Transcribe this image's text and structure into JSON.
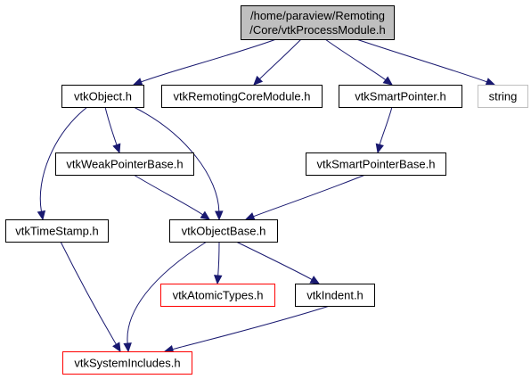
{
  "colors": {
    "root_fill": "#bfbfbf",
    "node_fill": "#ffffff",
    "node_border": "#000000",
    "truncated_border": "#ff0000",
    "external_border": "#bfbfbf",
    "external_text": "#000000",
    "edge": "#191970"
  },
  "nodes": [
    {
      "id": "root",
      "lines": [
        "/home/paraview/Remoting",
        "/Core/vtkProcessModule.h"
      ],
      "style": "root"
    },
    {
      "id": "vtkObject",
      "lines": [
        "vtkObject.h"
      ],
      "style": "normal"
    },
    {
      "id": "vtkRemotingCoreModule",
      "lines": [
        "vtkRemotingCoreModule.h"
      ],
      "style": "normal"
    },
    {
      "id": "vtkSmartPointer",
      "lines": [
        "vtkSmartPointer.h"
      ],
      "style": "normal"
    },
    {
      "id": "string",
      "lines": [
        "string"
      ],
      "style": "external"
    },
    {
      "id": "vtkWeakPointerBase",
      "lines": [
        "vtkWeakPointerBase.h"
      ],
      "style": "normal"
    },
    {
      "id": "vtkSmartPointerBase",
      "lines": [
        "vtkSmartPointerBase.h"
      ],
      "style": "normal"
    },
    {
      "id": "vtkTimeStamp",
      "lines": [
        "vtkTimeStamp.h"
      ],
      "style": "normal"
    },
    {
      "id": "vtkObjectBase",
      "lines": [
        "vtkObjectBase.h"
      ],
      "style": "normal"
    },
    {
      "id": "vtkAtomicTypes",
      "lines": [
        "vtkAtomicTypes.h"
      ],
      "style": "truncated"
    },
    {
      "id": "vtkIndent",
      "lines": [
        "vtkIndent.h"
      ],
      "style": "normal"
    },
    {
      "id": "vtkSystemIncludes",
      "lines": [
        "vtkSystemIncludes.h"
      ],
      "style": "truncated"
    }
  ],
  "edges": [
    {
      "from": "root",
      "to": "vtkObject"
    },
    {
      "from": "root",
      "to": "vtkRemotingCoreModule"
    },
    {
      "from": "root",
      "to": "vtkSmartPointer"
    },
    {
      "from": "root",
      "to": "string"
    },
    {
      "from": "vtkObject",
      "to": "vtkWeakPointerBase"
    },
    {
      "from": "vtkObject",
      "to": "vtkTimeStamp"
    },
    {
      "from": "vtkObject",
      "to": "vtkObjectBase"
    },
    {
      "from": "vtkSmartPointer",
      "to": "vtkSmartPointerBase"
    },
    {
      "from": "vtkWeakPointerBase",
      "to": "vtkObjectBase"
    },
    {
      "from": "vtkSmartPointerBase",
      "to": "vtkObjectBase"
    },
    {
      "from": "vtkTimeStamp",
      "to": "vtkSystemIncludes"
    },
    {
      "from": "vtkObjectBase",
      "to": "vtkAtomicTypes"
    },
    {
      "from": "vtkObjectBase",
      "to": "vtkIndent"
    },
    {
      "from": "vtkObjectBase",
      "to": "vtkSystemIncludes"
    },
    {
      "from": "vtkIndent",
      "to": "vtkSystemIncludes"
    }
  ]
}
